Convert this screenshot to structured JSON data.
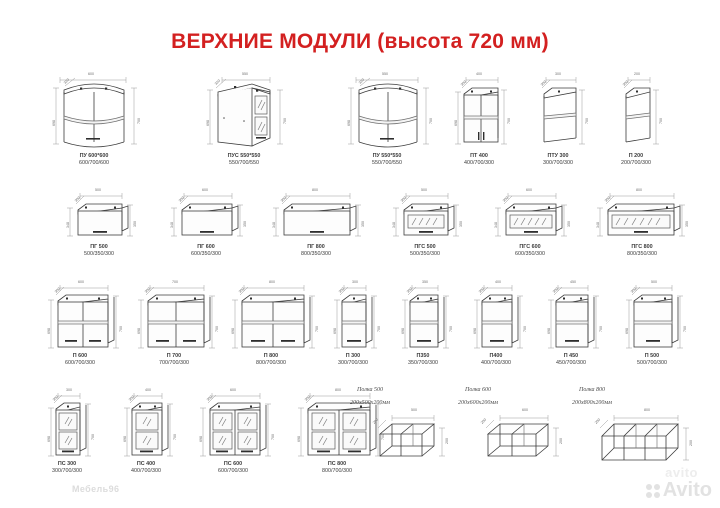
{
  "title": "ВЕРХНИЕ МОДУЛИ (высота 720 мм)",
  "title_color": "#d32020",
  "watermarks": {
    "brand": "Мебель96",
    "marketplace": "Avito",
    "marketplace_ghost": "avito"
  },
  "dimension_labels": {
    "w600": "600",
    "w550": "550",
    "w500": "500",
    "w400": "400",
    "w350": "350",
    "w300": "300",
    "w700": "700",
    "w800": "800",
    "w450": "450",
    "w200": "200",
    "h698": "698",
    "h700": "700",
    "h348": "348",
    "h350": "350",
    "d300": "300",
    "d320": "320",
    "d200": "200"
  },
  "rows": [
    {
      "row_id": "row-1-corner-and-narrow",
      "items": [
        {
          "code": "ПУ 600*600",
          "dims": "600/700/600",
          "type": "corner-radius-open",
          "w": "600",
          "d": "320",
          "h_left": "698",
          "h_right": "700"
        },
        {
          "code": "ПУС 550*550",
          "dims": "550/700/550",
          "type": "corner-glass-door",
          "w": "550",
          "d": "320",
          "h_left": "698",
          "h_right": "700"
        },
        {
          "code": "ПУ 550*550",
          "dims": "550/700/550",
          "type": "corner-radius-open",
          "w": "550",
          "d": "320",
          "h_left": "698",
          "h_right": "700"
        },
        {
          "code": "ПТ 400",
          "dims": "400/700/300",
          "type": "two-door",
          "w": "400",
          "d": "300",
          "h_left": "698",
          "h_right": "700"
        },
        {
          "code": "ПТУ 300",
          "dims": "300/700/300",
          "type": "open-shelf-tall",
          "w": "300",
          "d": "300",
          "h_left": "698",
          "h_right": "700"
        },
        {
          "code": "П 200",
          "dims": "200/700/300",
          "type": "open-shelf-narrow",
          "w": "200",
          "d": "300",
          "h_left": "698",
          "h_right": "700"
        }
      ]
    },
    {
      "row_id": "row-2-horizontal-lift",
      "items": [
        {
          "code": "ПГ 500",
          "dims": "500/350/300",
          "type": "lift-solid",
          "w": "500",
          "d": "300",
          "h_left": "348",
          "h_right": "350"
        },
        {
          "code": "ПГ 600",
          "dims": "600/350/300",
          "type": "lift-solid",
          "w": "600",
          "d": "300",
          "h_left": "348",
          "h_right": "350"
        },
        {
          "code": "ПГ 800",
          "dims": "800/350/300",
          "type": "lift-solid",
          "w": "800",
          "d": "300",
          "h_left": "348",
          "h_right": "350"
        },
        {
          "code": "ПГС 500",
          "dims": "500/350/300",
          "type": "lift-glass",
          "w": "500",
          "d": "300",
          "h_left": "348",
          "h_right": "350"
        },
        {
          "code": "ПГС 600",
          "dims": "600/350/300",
          "type": "lift-glass",
          "w": "600",
          "d": "300",
          "h_left": "348",
          "h_right": "350"
        },
        {
          "code": "ПГС 800",
          "dims": "800/350/300",
          "type": "lift-glass",
          "w": "800",
          "d": "300",
          "h_left": "348",
          "h_right": "350"
        }
      ]
    },
    {
      "row_id": "row-3-standard-cabinets",
      "items": [
        {
          "code": "П 600",
          "dims": "600/700/300",
          "type": "two-door-tall",
          "w": "600",
          "d": "300",
          "h_left": "698",
          "h_right": "700"
        },
        {
          "code": "П 700",
          "dims": "700/700/300",
          "type": "two-door-tall",
          "w": "700",
          "d": "300",
          "h_left": "698",
          "h_right": "700"
        },
        {
          "code": "П 800",
          "dims": "800/700/300",
          "type": "two-door-tall",
          "w": "800",
          "d": "300",
          "h_left": "698",
          "h_right": "700"
        },
        {
          "code": "П 300",
          "dims": "300/700/300",
          "type": "one-door-tall",
          "w": "300",
          "d": "300",
          "h_left": "698",
          "h_right": "700"
        },
        {
          "code": "П350",
          "dims": "350/700/300",
          "type": "one-door-tall",
          "w": "350",
          "d": "300",
          "h_left": "698",
          "h_right": "700"
        },
        {
          "code": "П400",
          "dims": "400/700/300",
          "type": "one-door-tall",
          "w": "400",
          "d": "300",
          "h_left": "698",
          "h_right": "700"
        },
        {
          "code": "П 450",
          "dims": "450/700/300",
          "type": "one-door-tall",
          "w": "450",
          "d": "300",
          "h_left": "698",
          "h_right": "700"
        },
        {
          "code": "П 500",
          "dims": "500/700/300",
          "type": "one-door-tall",
          "w": "500",
          "d": "300",
          "h_left": "698",
          "h_right": "700"
        }
      ]
    },
    {
      "row_id": "row-4-glass-cabinets",
      "items": [
        {
          "code": "ПС 300",
          "dims": "300/700/300",
          "type": "glass-one-door",
          "w": "300",
          "d": "300",
          "h_left": "698",
          "h_right": "700"
        },
        {
          "code": "ПС 400",
          "dims": "400/700/300",
          "type": "glass-one-door",
          "w": "400",
          "d": "300",
          "h_left": "698",
          "h_right": "700"
        },
        {
          "code": "ПС 600",
          "dims": "600/700/300",
          "type": "glass-two-door",
          "w": "600",
          "d": "300",
          "h_left": "698",
          "h_right": "700"
        },
        {
          "code": "ПС 800",
          "dims": "800/700/300",
          "type": "glass-two-door",
          "w": "800",
          "d": "300",
          "h_left": "698",
          "h_right": "700"
        }
      ]
    }
  ],
  "shelves": [
    {
      "code": "Полка 500",
      "dims": "200х500х200мм",
      "w": "500",
      "d": "200",
      "h": "200",
      "bays": 2
    },
    {
      "code": "Полка 600",
      "dims": "200х600х200мм",
      "w": "600",
      "d": "200",
      "h": "200",
      "bays": 2
    },
    {
      "code": "Полка 800",
      "dims": "200х800х200мм",
      "w": "800",
      "d": "200",
      "h": "200",
      "bays": 3
    }
  ]
}
